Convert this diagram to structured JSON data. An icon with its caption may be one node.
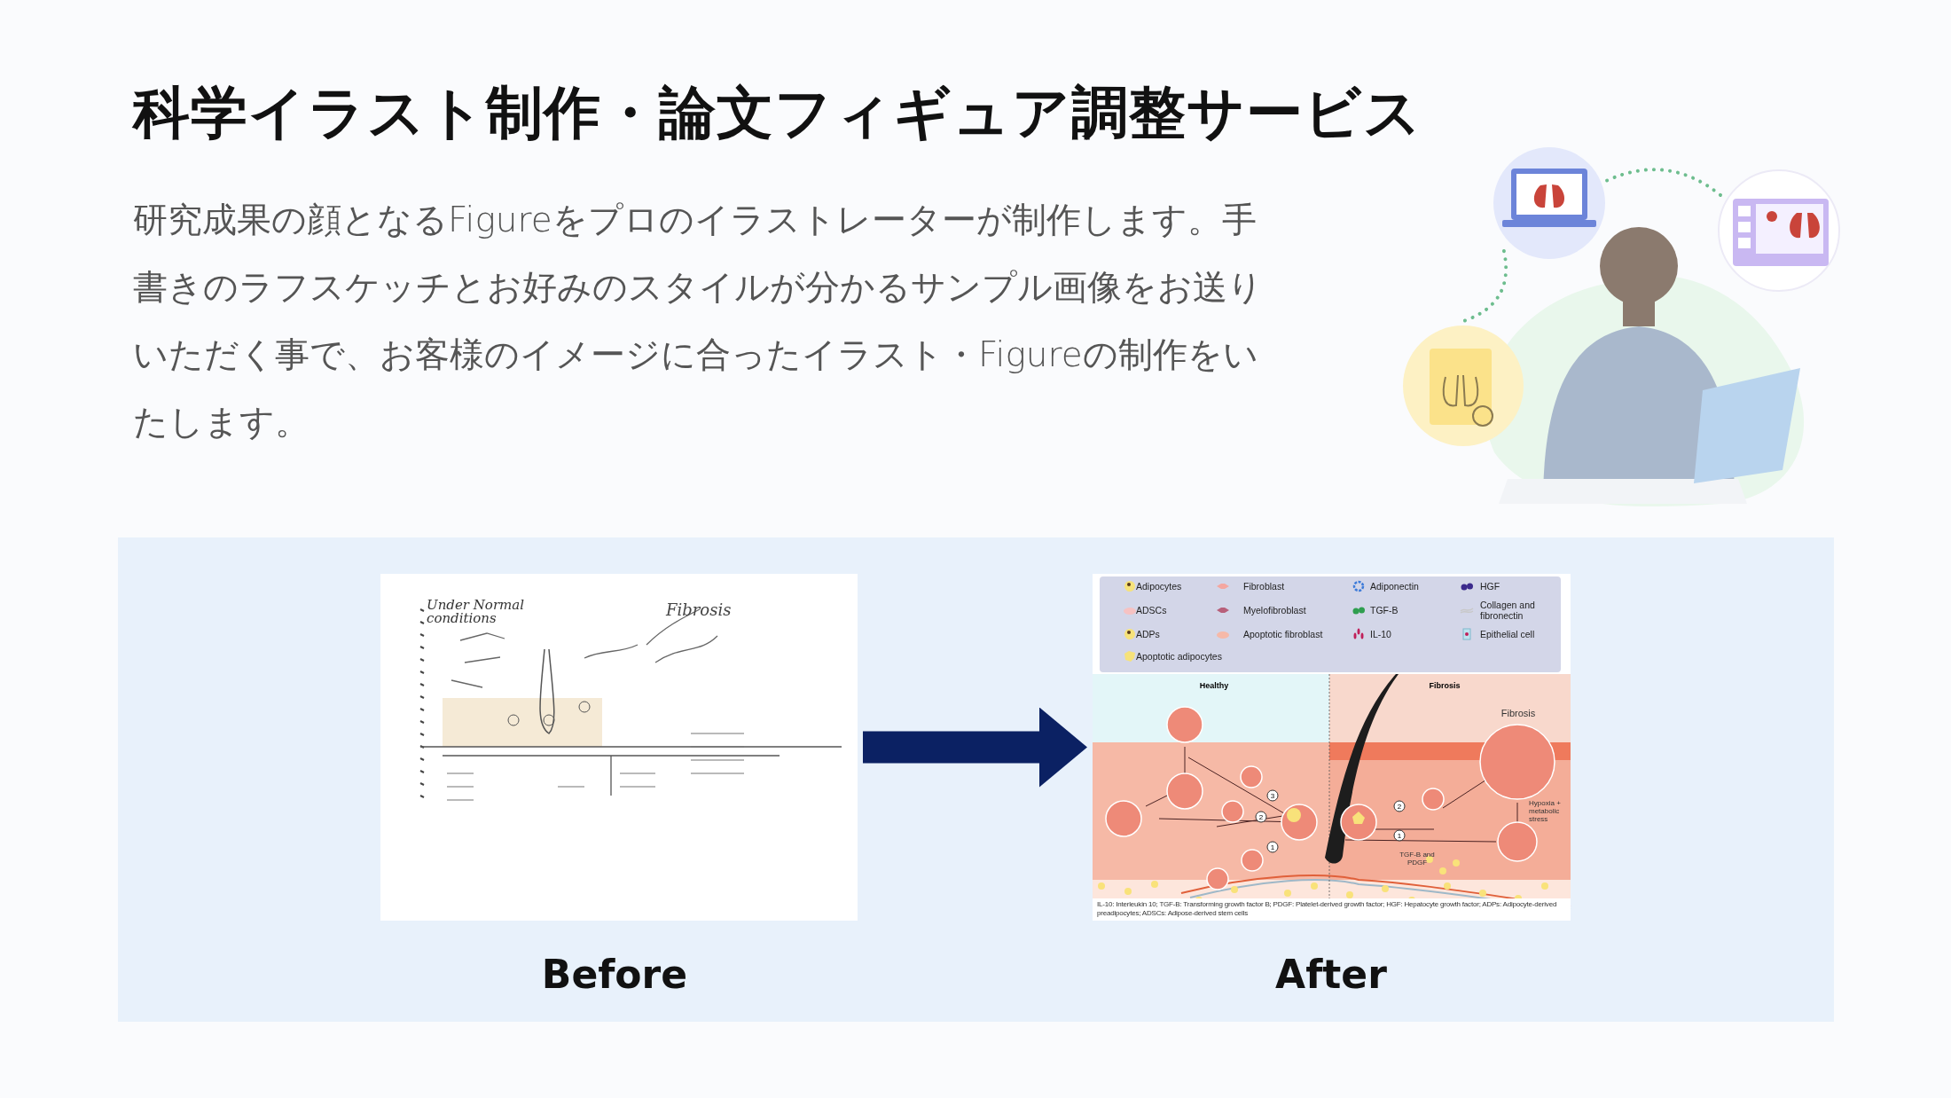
{
  "diagram": {
    "title": "科学イラスト制作・論文フィギュア調整サービス",
    "nodes": [
      {
        "text": [],
        "shape": "picture",
        "beside": [
          "Before"
        ]
      },
      {
        "text": [],
        "shape": "picture",
        "beside": [
          "After"
        ]
      },
      {
        "text": [],
        "shape": "picture"
      },
      {
        "text": [],
        "shape": "picture"
      },
      {
        "text": [],
        "shape": "picture"
      }
    ],
    "edges": [
      {
        "from": 0,
        "to": 1,
        "arrow": "to",
        "style": "thick",
        "color": "#0b2163"
      },
      {
        "from": 2,
        "to": 3,
        "arrow": "none",
        "style": "dashed"
      },
      {
        "from": 3,
        "to": 4,
        "arrow": "none",
        "style": "dashed"
      }
    ],
    "labels": [
      "研究成果の顔となるFigureをプロのイラストレーターが制作します。手書きのラフスケッチとお好みのスタイルが分かるサンプル画像をお送りいただく事で、お客様のイメージに合ったイラスト・Figureの制作をいたします。",
      "Under Normal conditions",
      "Fibrosis",
      "Healthy",
      "Fibrosis",
      "Fibrosis",
      "3",
      "2",
      "2",
      "Hypoxia + metabolic stress",
      "1",
      "1",
      "TGF-B and PDGF",
      "IL-10: Interleukin 10; TGF-B: Transforming growth factor B; PDGF: Platelet-derived growth factor; HGF: Hepatocyte growth factor; ADPs: Adipocyte-derived preadipocytes; ADSCs: Adipose-derived stem cells"
    ],
    "legend": [
      {
        "text": "Adipocytes"
      },
      {
        "text": "Fibroblast"
      },
      {
        "text": "Adiponectin"
      },
      {
        "text": "HGF"
      },
      {
        "text": "ADSCs"
      },
      {
        "text": "Myelofibroblast"
      },
      {
        "text": "TGF-B"
      },
      {
        "text": "Collagen and fibronectin"
      },
      {
        "text": "ADPs"
      },
      {
        "text": "Apoptotic fibroblast"
      },
      {
        "text": "IL-10"
      },
      {
        "text": "Epithelial cell"
      },
      {
        "text": "Apoptotic adipocytes"
      }
    ]
  }
}
